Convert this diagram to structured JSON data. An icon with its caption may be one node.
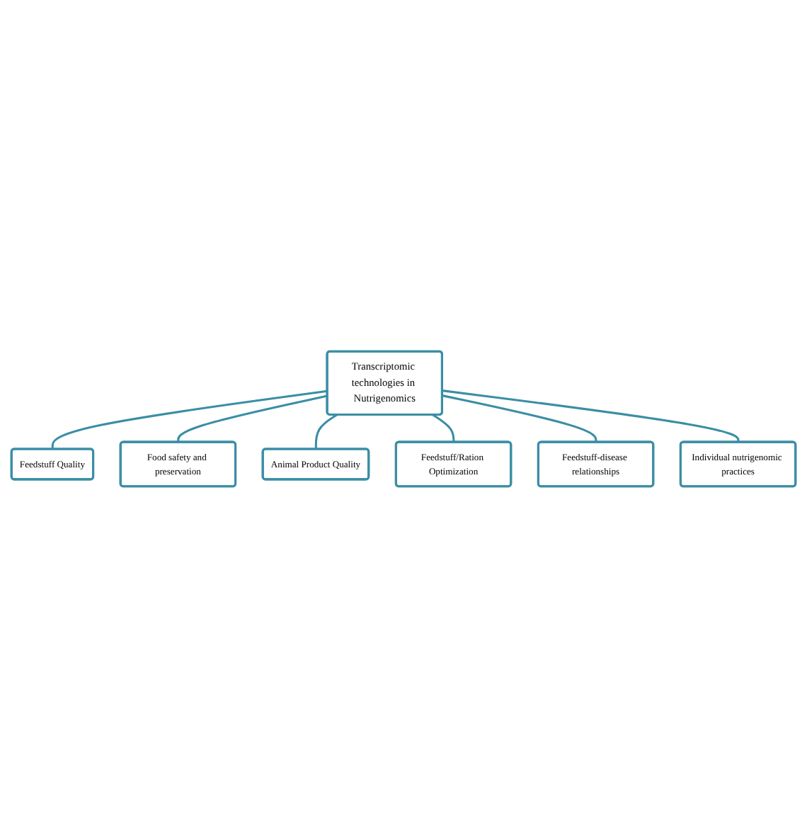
{
  "diagram": {
    "nodes": [
      {
        "text": [
          "Feedstuff Quality"
        ]
      },
      {
        "text": [
          "Food safety and preservation"
        ]
      },
      {
        "text": [
          "Animal Product Quality"
        ]
      },
      {
        "text": [
          "Transcriptomic technologies in Nutrigenomics"
        ]
      },
      {
        "text": [
          "Feedstuff/Ration Optimization"
        ]
      },
      {
        "text": [
          "Feedstuff-disease relationships"
        ]
      },
      {
        "text": [
          "Individual nutrigenomic practices"
        ]
      }
    ],
    "edges": [
      {
        "from": 3,
        "to": 0,
        "arrow": "none"
      },
      {
        "from": 3,
        "to": 1,
        "arrow": "none"
      },
      {
        "from": 3,
        "to": 2,
        "arrow": "none"
      },
      {
        "from": 3,
        "to": 4,
        "arrow": "none"
      },
      {
        "from": 3,
        "to": 5,
        "arrow": "none"
      },
      {
        "from": 3,
        "to": 6,
        "arrow": "none"
      }
    ]
  }
}
